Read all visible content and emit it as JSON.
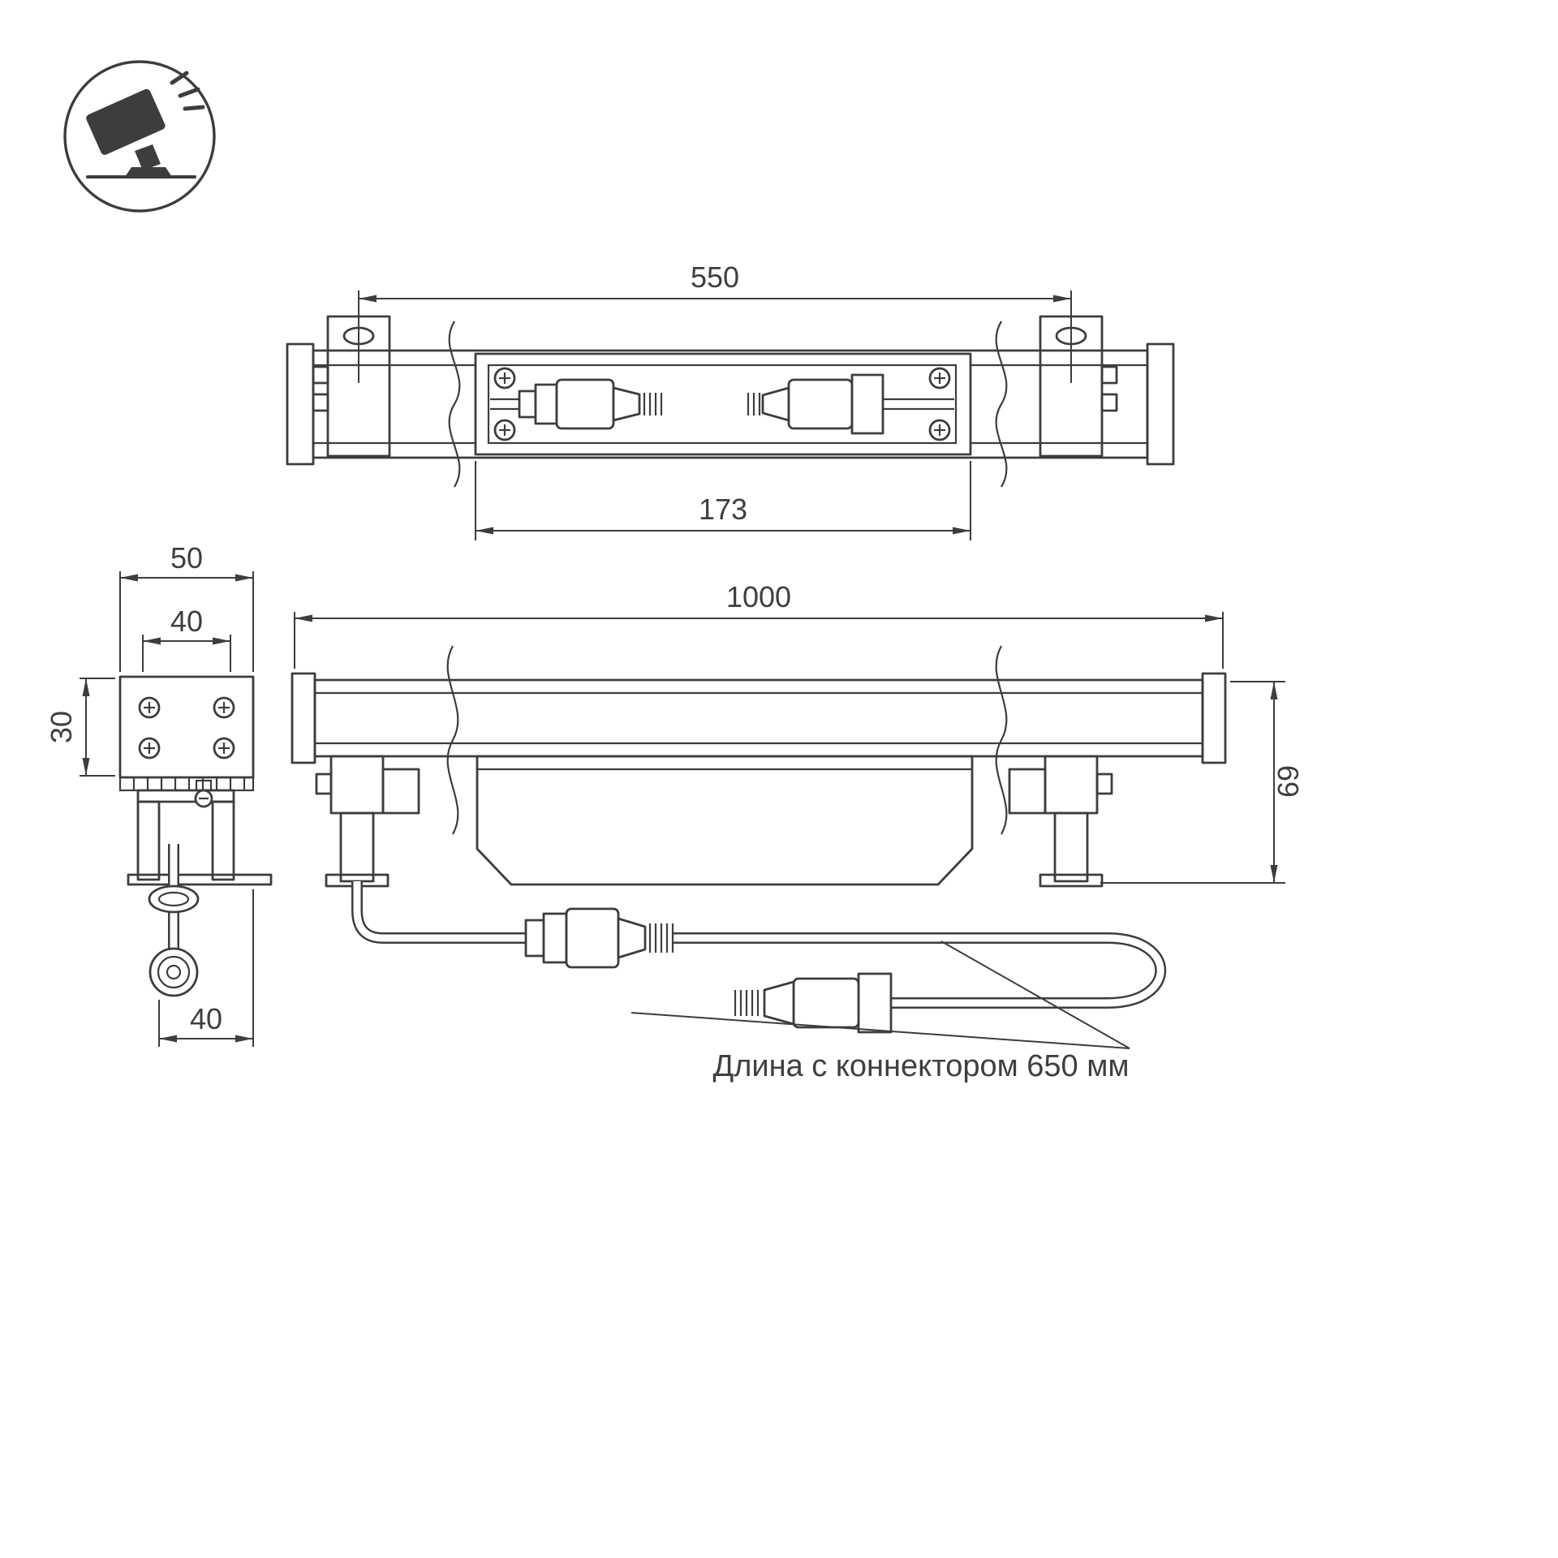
{
  "meta": {
    "background": "#ffffff",
    "line_color": "#3d3d3d",
    "drawing_type": "linear LED floodlight dimensional drawing"
  },
  "icon": {
    "name": "floodlight-icon"
  },
  "top_view": {
    "dim_length": "550",
    "dim_channel": "173"
  },
  "side_view": {
    "dim_outer_width": "50",
    "dim_inner_width": "40",
    "dim_height": "30",
    "dim_bottom": "40"
  },
  "front_view": {
    "dim_length": "1000",
    "dim_height": "69"
  },
  "note": "Длина с коннектором 650 мм"
}
